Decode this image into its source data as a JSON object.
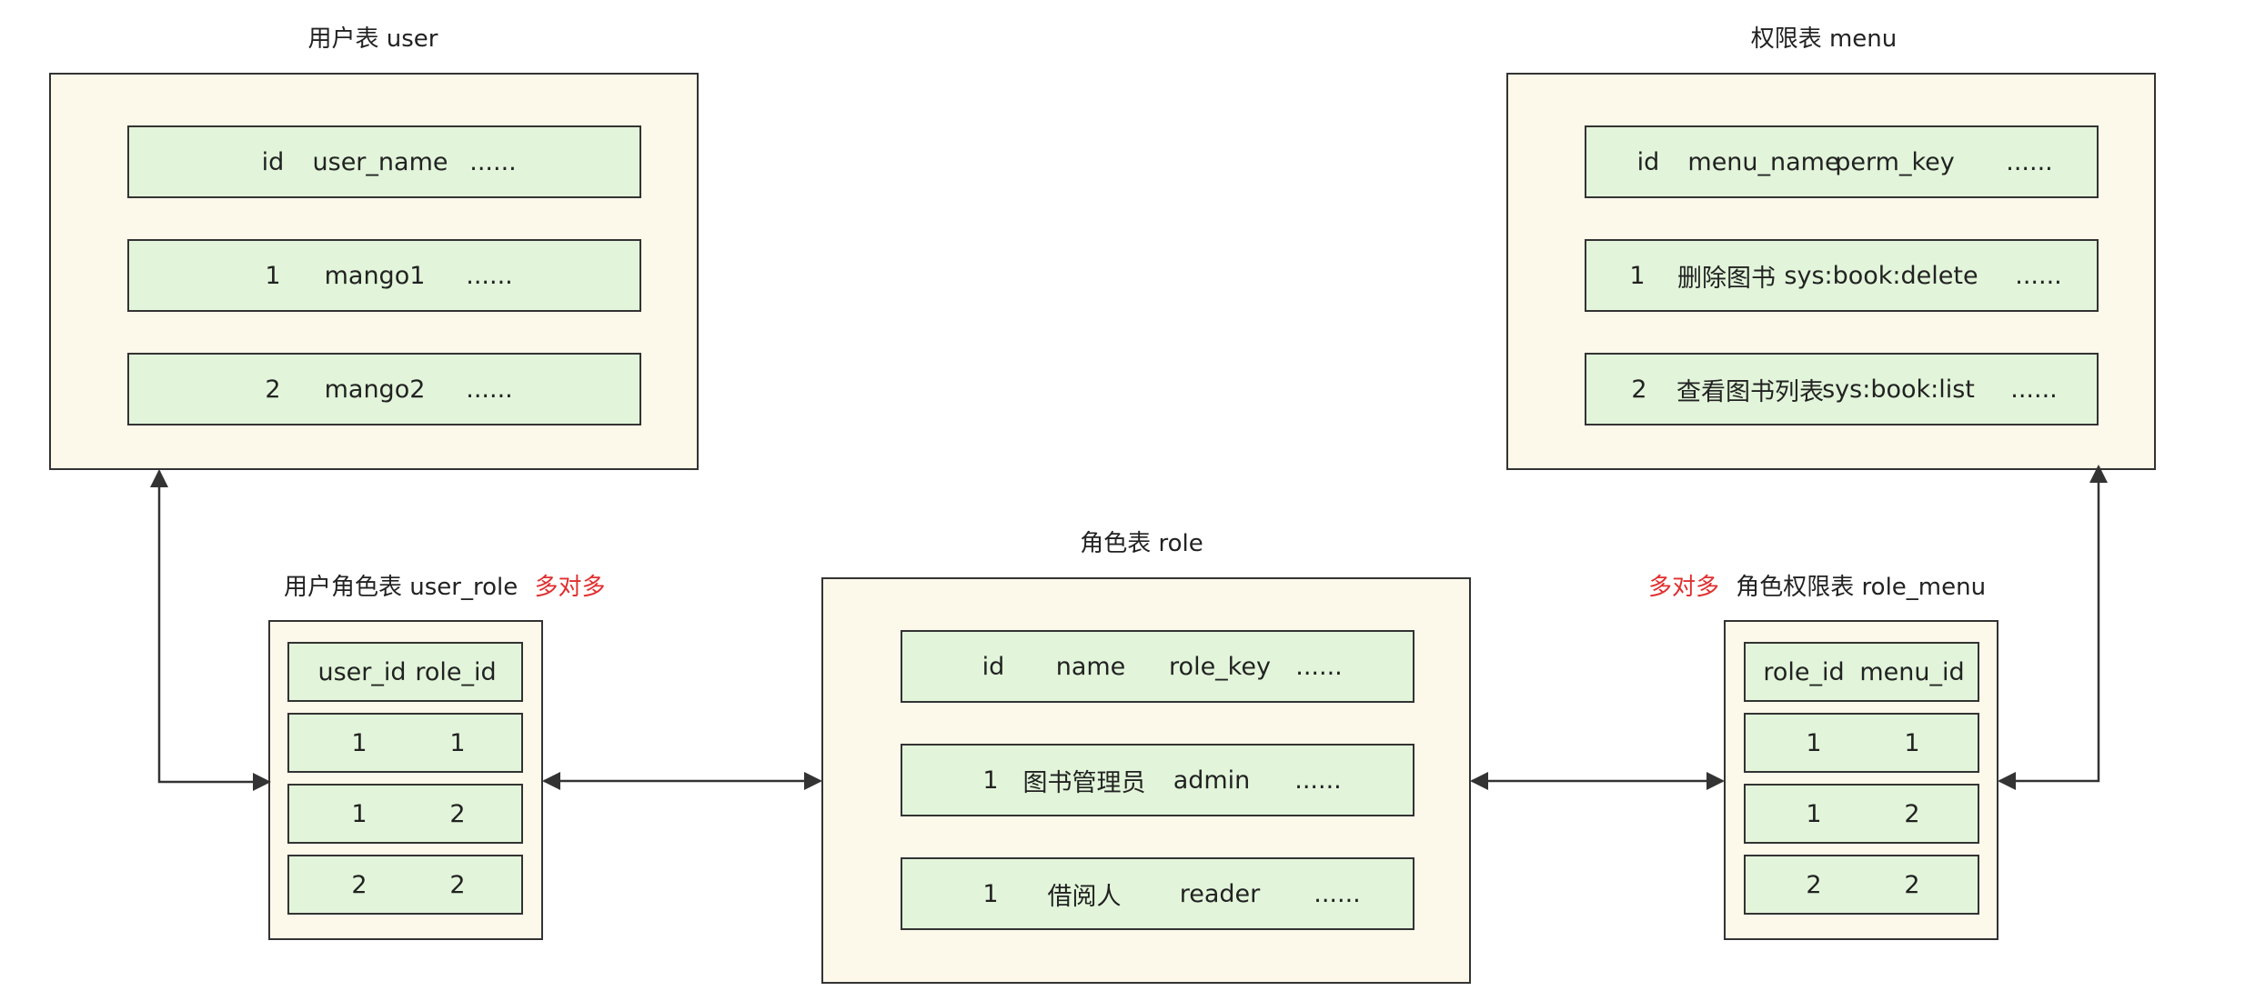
{
  "colors": {
    "box_fill": "#fcf8ea",
    "row_fill": "#e2f5da",
    "border": "#333333",
    "accent": "#e03030"
  },
  "user_table": {
    "title": "用户表 user",
    "rows": [
      [
        "id",
        "user_name",
        "......"
      ],
      [
        "1",
        "mango1",
        "......"
      ],
      [
        "2",
        "mango2",
        "......"
      ]
    ]
  },
  "menu_table": {
    "title": "权限表 menu",
    "rows": [
      [
        "id",
        "menu_name",
        "perm_key",
        "......"
      ],
      [
        "1",
        "删除图书",
        "sys:book:delete",
        "......"
      ],
      [
        "2",
        "查看图书列表",
        "sys:book:list",
        "......"
      ]
    ]
  },
  "role_table": {
    "title": "角色表 role",
    "rows": [
      [
        "id",
        "name",
        "role_key",
        "......"
      ],
      [
        "1",
        "图书管理员",
        "admin",
        "......"
      ],
      [
        "1",
        "借阅人",
        "reader",
        "......"
      ]
    ]
  },
  "user_role_table": {
    "title": "用户角色表 user_role",
    "tag": "多对多",
    "rows": [
      [
        "user_id",
        "role_id"
      ],
      [
        "1",
        "1"
      ],
      [
        "1",
        "2"
      ],
      [
        "2",
        "2"
      ]
    ]
  },
  "role_menu_table": {
    "title": "角色权限表 role_menu",
    "tag": "多对多",
    "rows": [
      [
        "role_id",
        "menu_id"
      ],
      [
        "1",
        "1"
      ],
      [
        "1",
        "2"
      ],
      [
        "2",
        "2"
      ]
    ]
  }
}
